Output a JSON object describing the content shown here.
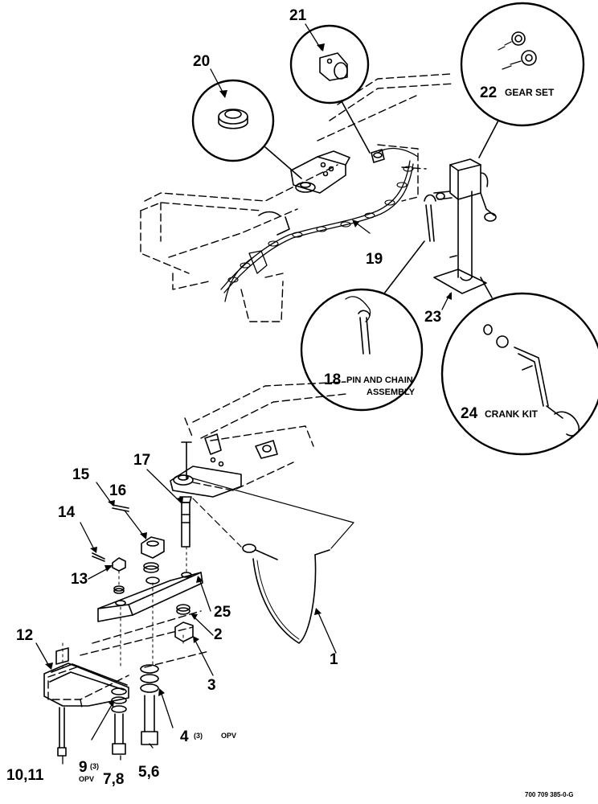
{
  "diagram": {
    "callouts": {
      "c1": "1",
      "c2": "2",
      "c3": "3",
      "c4": "4",
      "c4_qty": "(3)",
      "c4_opv": "OPV",
      "c5_6": "5,6",
      "c7_8": "7,8",
      "c9": "9",
      "c9_qty": "(3)",
      "c9_opv": "OPV",
      "c10_11": "10,11",
      "c12": "12",
      "c13": "13",
      "c14": "14",
      "c15": "15",
      "c16": "16",
      "c17": "17",
      "c18": "18",
      "c18_label_line1": "PIN AND CHAIN",
      "c18_label_line2": "ASSEMBLY",
      "c19": "19",
      "c20": "20",
      "c21": "21",
      "c22": "22",
      "c22_label": "GEAR SET",
      "c23": "23",
      "c24": "24",
      "c24_label": "CRANK KIT",
      "c25": "25"
    },
    "drawing_ref": "700 709 385-0-G"
  }
}
